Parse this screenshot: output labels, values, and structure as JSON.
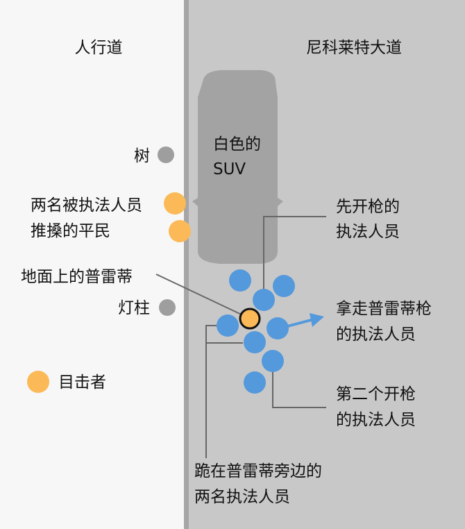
{
  "areas": {
    "sidewalk": "人行道",
    "avenue": "尼科莱特大道"
  },
  "car": {
    "line1": "白色的",
    "line2": "SUV"
  },
  "labels": {
    "tree": "树",
    "civilians_line1": "两名被执法人员",
    "civilians_line2": "推搡的平民",
    "pretti": "地面上的普雷蒂",
    "lamppost": "灯柱",
    "witness_legend": "目击者",
    "first_shooter_line1": "先开枪的",
    "first_shooter_line2": "执法人员",
    "gun_taker_line1": "拿走普雷蒂枪",
    "gun_taker_line2": "的执法人员",
    "second_shooter_line1": "第二个开枪",
    "second_shooter_line2": "的执法人员",
    "kneeling_line1": "跪在普雷蒂旁边的",
    "kneeling_line2": "两名执法人员"
  },
  "colors": {
    "officer": "#5499dc",
    "witness": "#fbb957",
    "object": "#9e9e9e",
    "road": "#c8c8c8",
    "sidewalk": "#f7f7f7",
    "car": "#a3a3a3"
  }
}
